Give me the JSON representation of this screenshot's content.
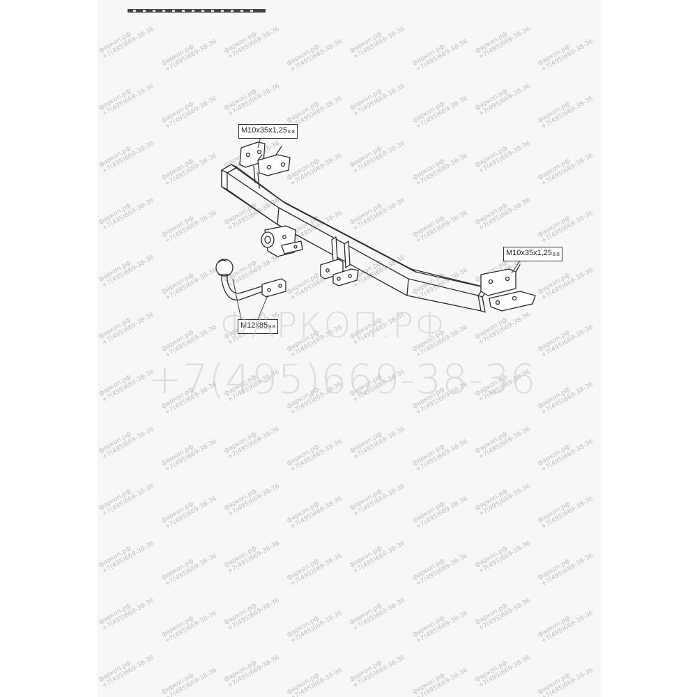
{
  "labels": {
    "top_left_bolt": {
      "main": "M10x35x1,25",
      "sub": "8.8"
    },
    "right_bolt": {
      "main": "M10x35x1,25",
      "sub": "8.8"
    },
    "ball_bolt": {
      "main": "M12x85",
      "sub": "8.8"
    }
  },
  "watermark": {
    "brand": "ФАРКОП.РФ",
    "phone": "+7(495)669-38-36",
    "tile_line1": "фаркоп.рф",
    "tile_line2": "+7(495)669-38-36"
  },
  "colors": {
    "line": "#2a2a2a",
    "paper": "#f7f7f5",
    "watermark": "#c8c8c8"
  }
}
